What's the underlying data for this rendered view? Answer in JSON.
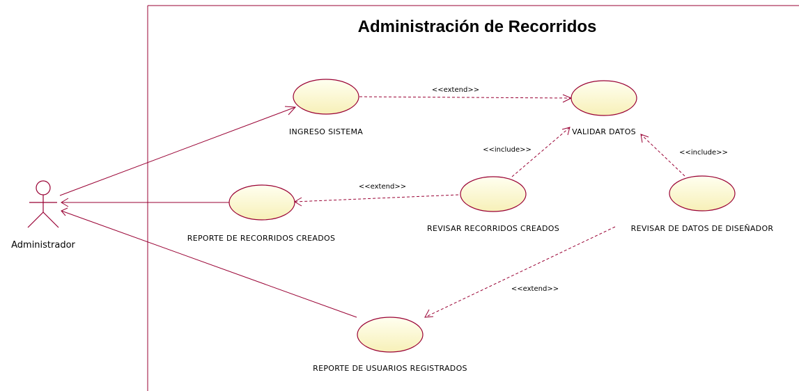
{
  "system": {
    "title": "Administración de Recorridos"
  },
  "actor": {
    "label": "Administrador"
  },
  "use_cases": {
    "ingreso": "INGRESO SISTEMA",
    "validar": "VALIDAR DATOS",
    "reporte_recorridos": "REPORTE DE RECORRIDOS CREADOS",
    "revisar_recorridos": "REVISAR RECORRIDOS CREADOS",
    "revisar_disenador": "REVISAR DE DATOS DE DISEÑADOR",
    "reporte_usuarios": "REPORTE DE USUARIOS REGISTRADOS"
  },
  "relations": {
    "extend_ingreso_validar": "<<extend>>",
    "include_revisar_validar": "<<include>>",
    "include_disenador_validar": "<<include>>",
    "extend_revisar_reporte": "<<extend>>",
    "extend_disenador_usuarios": "<<extend>>"
  },
  "colors": {
    "line": "#990033",
    "usecase_fill": "#ffffcc",
    "background": "#ffffff"
  }
}
